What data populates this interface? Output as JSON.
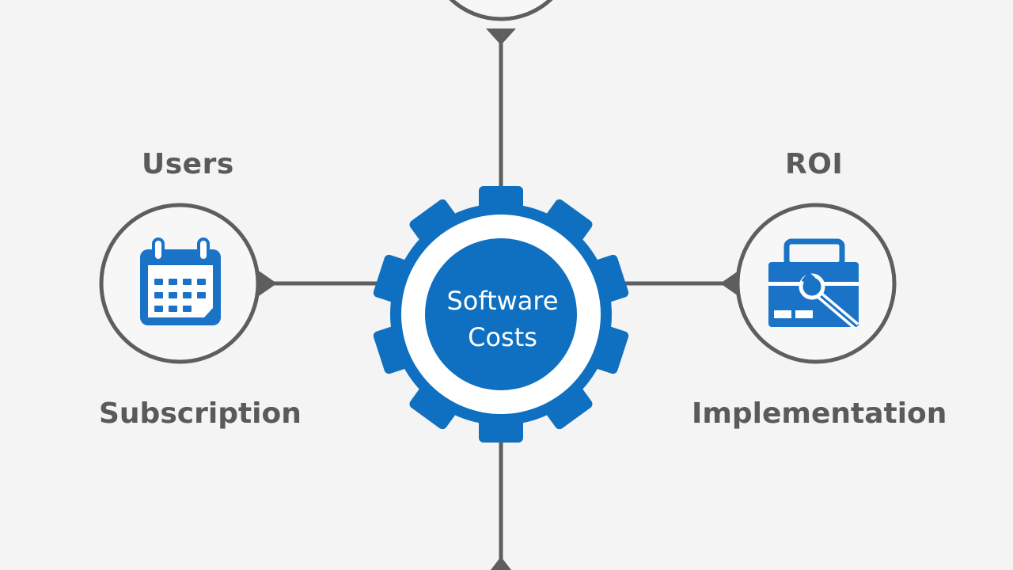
{
  "diagram": {
    "center": {
      "line1": "Software",
      "line2": "Costs"
    },
    "nodes": {
      "left": {
        "top_label": "Users",
        "bottom_label": "Subscription",
        "icon": "calendar-icon"
      },
      "right": {
        "top_label": "ROI",
        "bottom_label": "Implementation",
        "icon": "toolbox-icon"
      }
    },
    "colors": {
      "background": "#f4f4f4",
      "accent_blue": "#0f6fc0",
      "connector_gray": "#5e5e5e",
      "label_gray": "#5a5a5a",
      "node_fill": "#f7f7f7"
    }
  }
}
